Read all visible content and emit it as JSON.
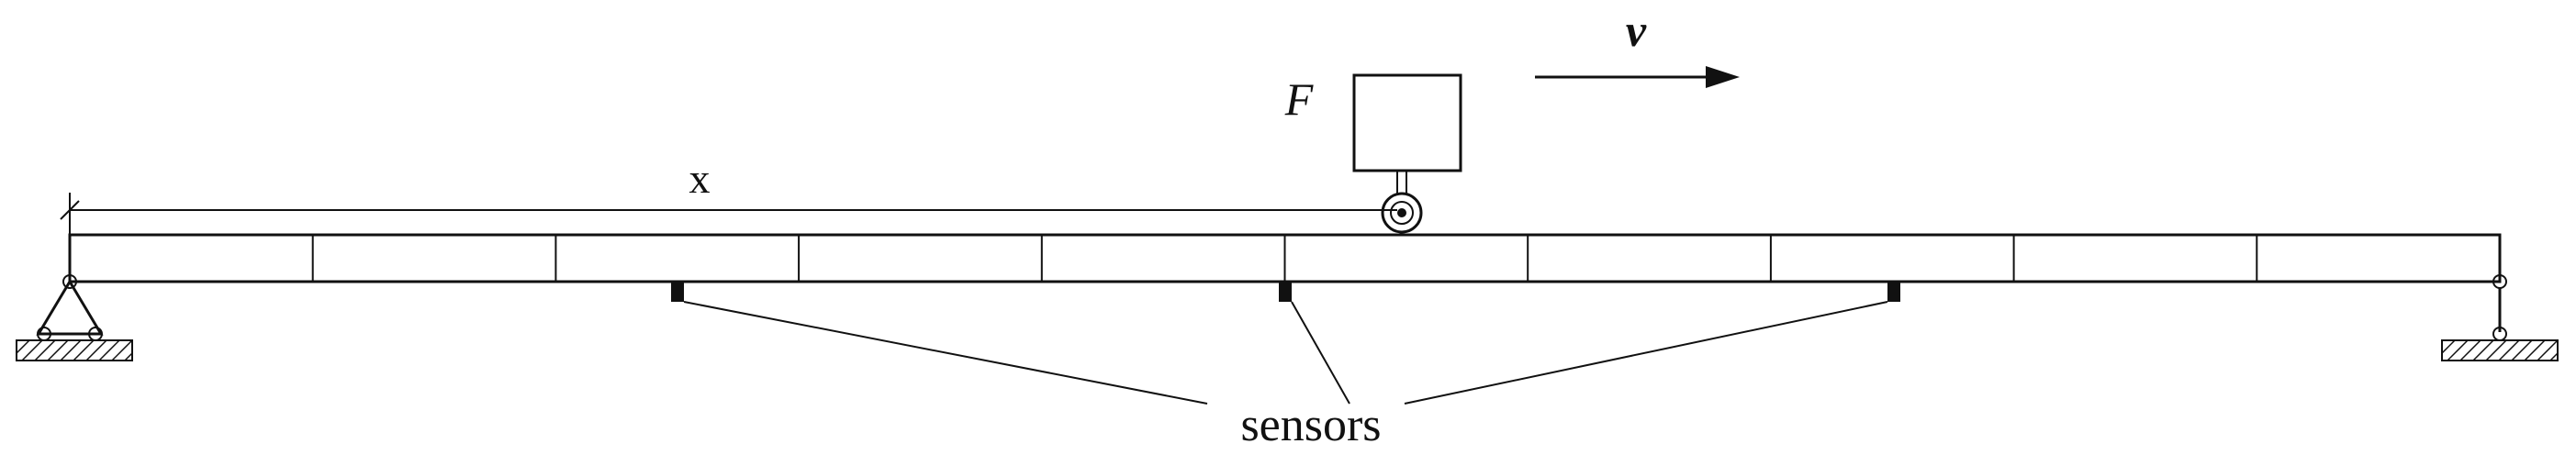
{
  "labels": {
    "force": "F",
    "velocity": "v",
    "position": "x",
    "sensors": "sensors"
  },
  "beam": {
    "segments": 10
  },
  "sensors": {
    "count": 3
  },
  "colors": {
    "line": "#111111",
    "background": "#ffffff"
  },
  "icons": {
    "left_support": "pin-support-icon",
    "right_support": "roller-support-icon",
    "vehicle": "moving-load-icon",
    "wheel": "wheel-icon",
    "arrow": "velocity-arrow-icon"
  }
}
